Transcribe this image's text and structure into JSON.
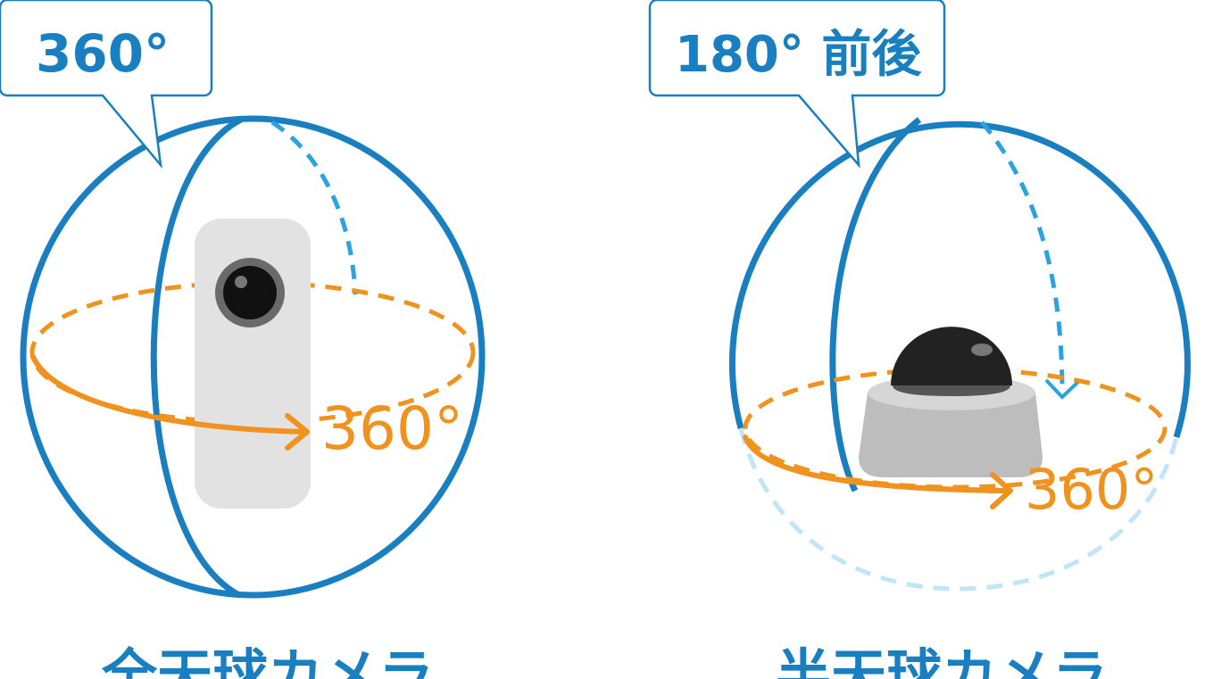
{
  "colors": {
    "sphere": "#1a7fc0",
    "rotation": "#f0921e",
    "camera_body": "#e2e2e2"
  },
  "left": {
    "callout": "360°",
    "rotation_label": "360°",
    "title": "全天球カメラ",
    "icons": [
      "full-sphere-icon",
      "360-camera-icon"
    ]
  },
  "right": {
    "callout": "180° 前後",
    "rotation_label": "360°",
    "title": "半天球カメラ",
    "icons": [
      "half-sphere-icon",
      "dome-camera-icon"
    ]
  }
}
